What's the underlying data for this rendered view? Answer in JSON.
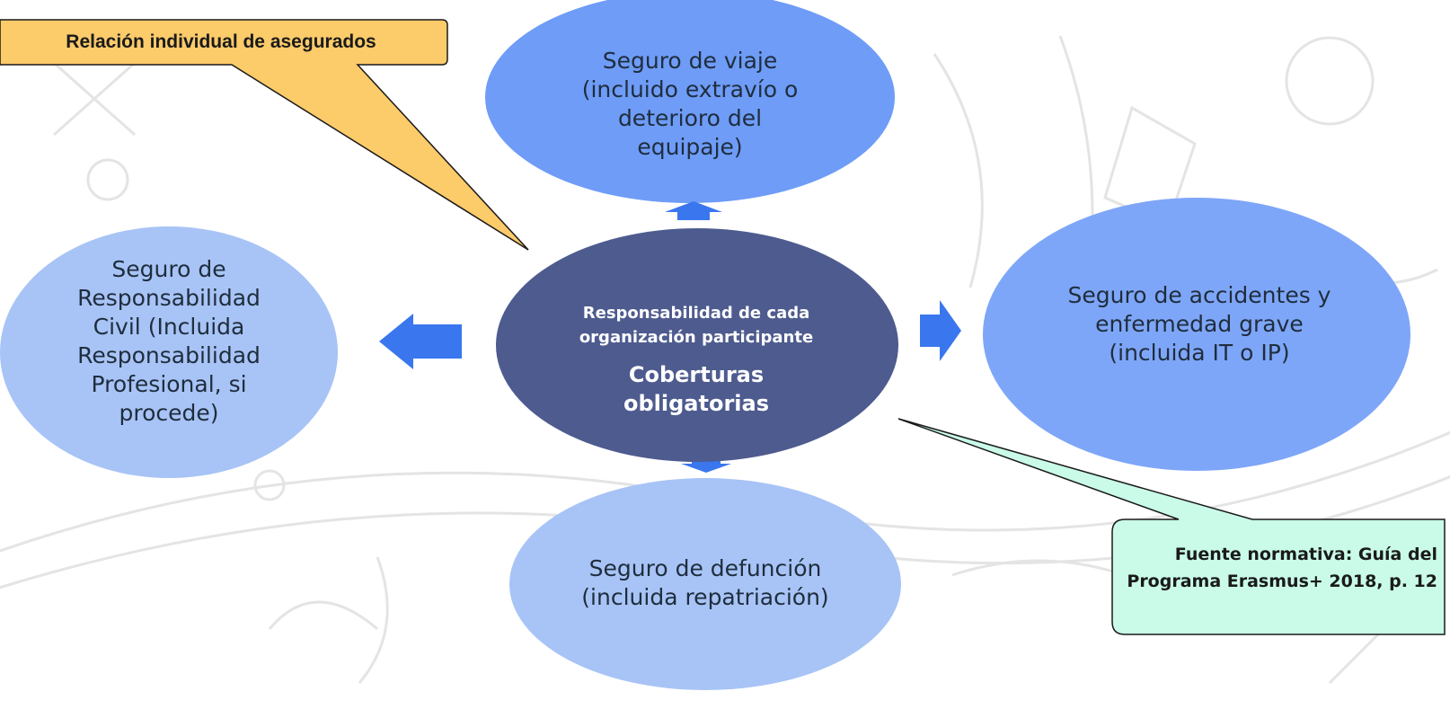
{
  "colors": {
    "center_fill": "#4e5b8f",
    "bubble_light": "#a8c4f6",
    "bubble_mid": "#7ea6f8",
    "bubble_blue": "#6e9cf7",
    "arrow": "#3a77ef",
    "callout_yellow": "#fccb6a",
    "note_mint": "#c9fbe8",
    "sketch_lines": "#e4e4e4"
  },
  "center": {
    "subtitle": "Responsabilidad de cada organización participante",
    "title": "Coberturas obligatorias"
  },
  "nodes": {
    "top": "Seguro de viaje (incluido extravío o deterioro del equipaje)",
    "left": "Seguro de Responsabilidad Civil (Incluida Responsabilidad Profesional, si procede)",
    "right": "Seguro de accidentes y enfermedad grave (incluida IT o IP)",
    "bottom": "Seguro de defunción (incluida repatriación)"
  },
  "callouts": {
    "insured_list": "Relación individual de asegurados",
    "source_note": "Fuente normativa: Guía del Programa Erasmus+ 2018, p. 12"
  }
}
